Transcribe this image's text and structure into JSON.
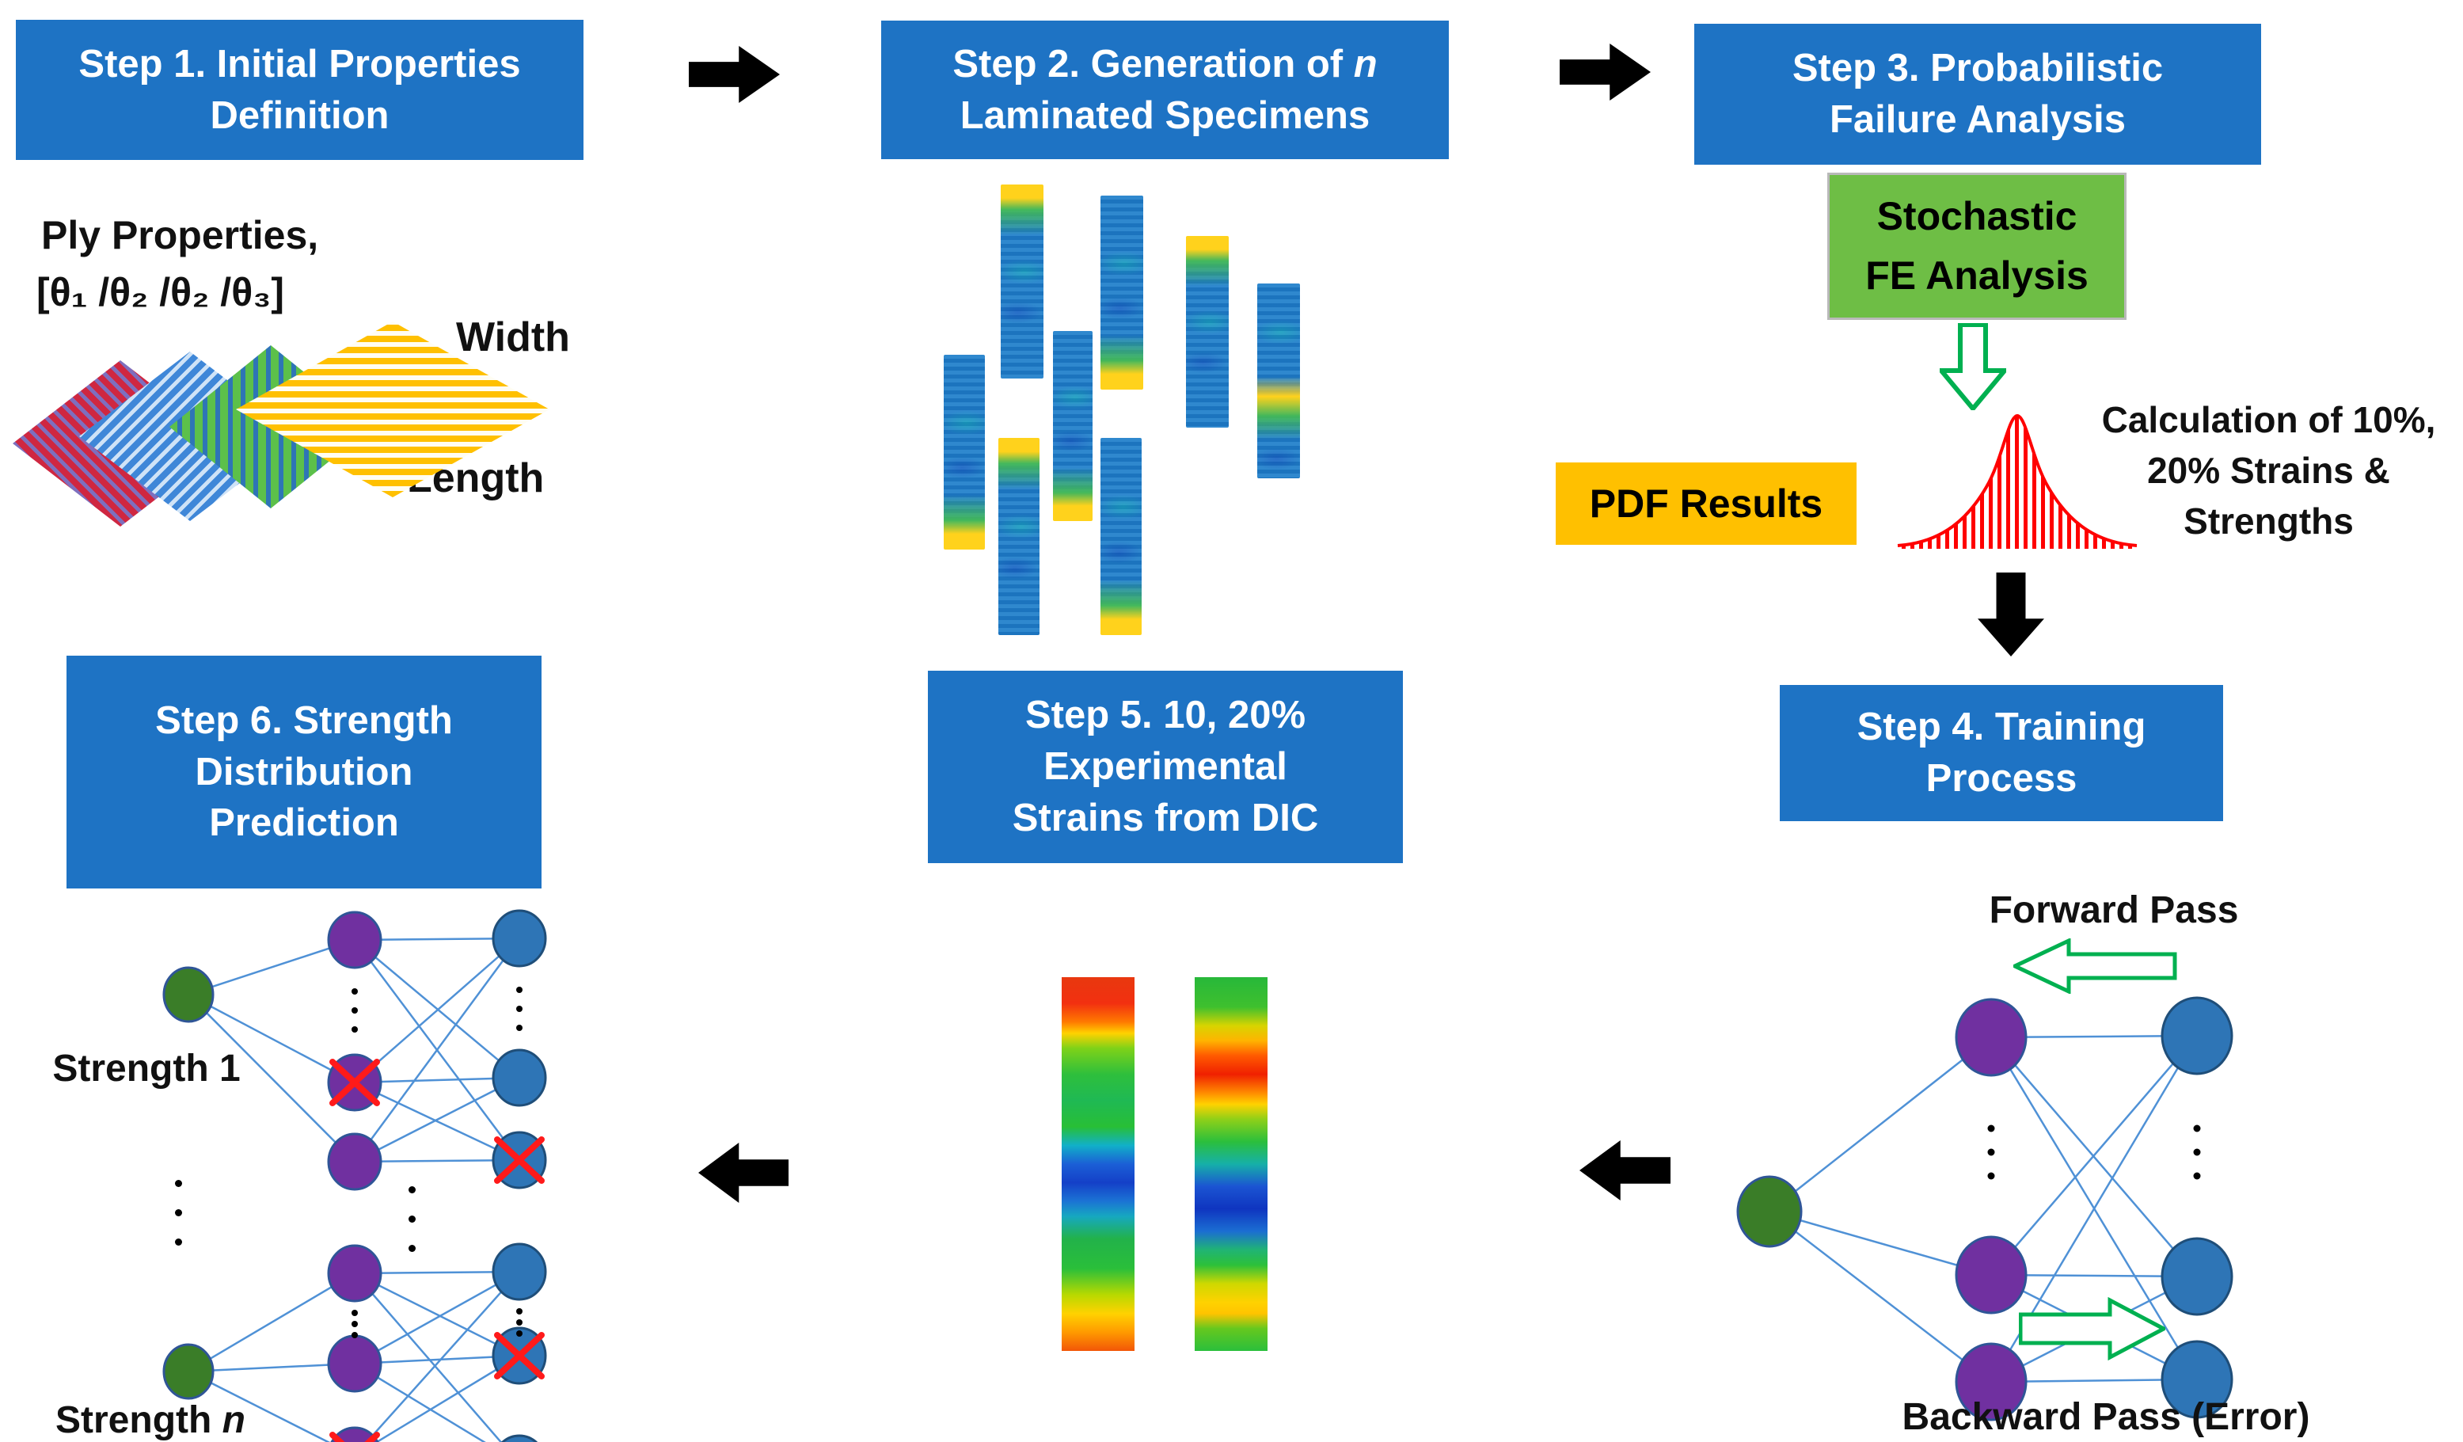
{
  "steps": {
    "s1": {
      "l1": "Step 1. Initial Properties",
      "l2": "Definition"
    },
    "s2": {
      "l1_pre": "Step 2. Generation of ",
      "l1_it": "n",
      "l2": "Laminated Specimens"
    },
    "s3": {
      "l1": "Step 3. Probabilistic",
      "l2": "Failure Analysis"
    },
    "s4": {
      "l1": "Step 4. Training",
      "l2": "Process"
    },
    "s5": {
      "l1": "Step 5. 10, 20%",
      "l2": "Experimental",
      "l3": "Strains from DIC"
    },
    "s6": {
      "l1": "Step 6. Strength",
      "l2": "Distribution",
      "l3": "Prediction"
    }
  },
  "step1_art": {
    "ply_line1": "Ply Properties,",
    "ply_line2": "[θ₁ /θ₂ /θ₂ /θ₃]",
    "width_label": "Width",
    "length_label": "Length",
    "plies": [
      "red-striped ply",
      "blue-striped ply",
      "green-striped ply",
      "yellow-striped ply"
    ]
  },
  "step2_art": {
    "specimen_count": 8
  },
  "step3_art": {
    "green_l1": "Stochastic",
    "green_l2": "FE Analysis",
    "pdf_label": "PDF Results",
    "calc_l1": "Calculation of 10%,",
    "calc_l2": "20% Strains &",
    "calc_l3": "Strengths"
  },
  "step4_art": {
    "forward": "Forward Pass",
    "backward": "Backward Pass (Error)",
    "layers": {
      "input": 1,
      "hidden": 3,
      "output": 3
    }
  },
  "step6_art": {
    "strength1": "Strength 1",
    "strengthn_pre": "Strength ",
    "strengthn_it": "n",
    "crossed_top": [
      "hidden-2",
      "output-3"
    ],
    "crossed_bottom": [
      "hidden-3",
      "output-2"
    ]
  },
  "colors": {
    "box_blue": "#1E73C4",
    "green_box": "#6EBE45",
    "orange_box": "#FFC000",
    "arrow_green": "#00B050",
    "curve_red": "#FF0000",
    "node_purple": "#7030A0",
    "node_blue": "#2E75B6",
    "node_green": "#3A7D28",
    "link_blue": "#4F91D6",
    "cross_red": "#FF1A1A"
  }
}
